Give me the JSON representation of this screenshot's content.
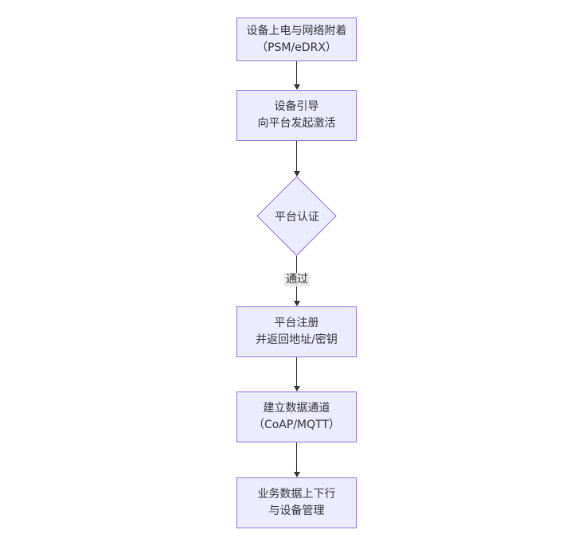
{
  "diagram": {
    "type": "flowchart-vertical",
    "background": "#ffffff",
    "node_fill": "#ECECFF",
    "node_border": "#9370DB",
    "text_color": "#333333",
    "arrow_color": "#333333",
    "edge_label_bg": "#e8e8e8",
    "nodes": [
      {
        "id": "power-on-attach",
        "shape": "rect",
        "lines": [
          "设备上电与网络附着",
          "（PSM/eDRX）"
        ]
      },
      {
        "id": "bootstrap-activate",
        "shape": "rect",
        "lines": [
          "设备引导",
          "向平台发起激活"
        ]
      },
      {
        "id": "platform-auth",
        "shape": "diamond",
        "lines": [
          "平台认证"
        ]
      },
      {
        "id": "platform-register",
        "shape": "rect",
        "lines": [
          "平台注册",
          "并返回地址/密钥"
        ]
      },
      {
        "id": "data-channel",
        "shape": "rect",
        "lines": [
          "建立数据通道",
          "（CoAP/MQTT）"
        ]
      },
      {
        "id": "business-data",
        "shape": "rect",
        "lines": [
          "业务数据上下行",
          "与设备管理"
        ]
      }
    ],
    "edges": [
      {
        "from": "power-on-attach",
        "to": "bootstrap-activate",
        "label": ""
      },
      {
        "from": "bootstrap-activate",
        "to": "platform-auth",
        "label": ""
      },
      {
        "from": "platform-auth",
        "to": "platform-register",
        "label": "通过"
      },
      {
        "from": "platform-register",
        "to": "data-channel",
        "label": ""
      },
      {
        "from": "data-channel",
        "to": "business-data",
        "label": ""
      }
    ]
  }
}
